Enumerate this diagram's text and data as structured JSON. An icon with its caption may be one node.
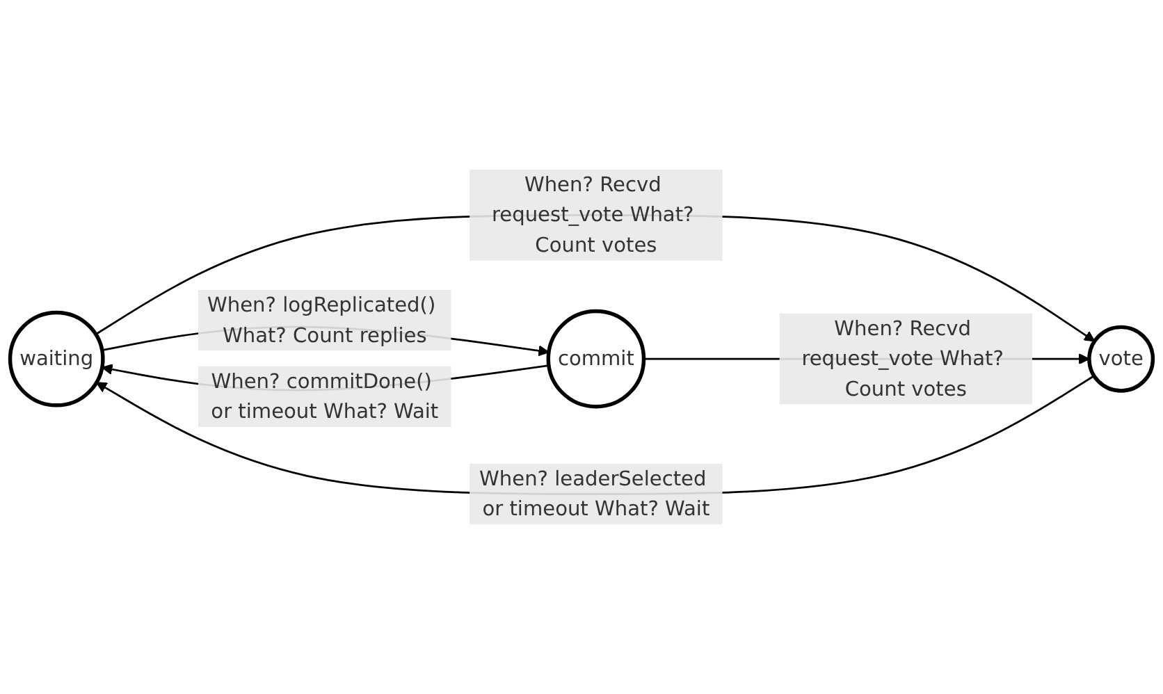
{
  "diagram": {
    "nodes": [
      {
        "text": [
          "waiting"
        ]
      },
      {
        "text": [
          "vote"
        ]
      },
      {
        "text": [
          "commit"
        ]
      }
    ],
    "edges": [
      {
        "from": 0,
        "to": 1,
        "arrow": "to",
        "label": "When? Recvd request_vote What? Count votes"
      },
      {
        "from": 1,
        "to": 0,
        "arrow": "to",
        "label": "When? leaderSelected or timeout What? Wait"
      },
      {
        "from": 0,
        "to": 2,
        "arrow": "to",
        "label": "When? logReplicated() What? Count replies"
      },
      {
        "from": 2,
        "to": 0,
        "arrow": "to",
        "label": "When? commitDone() or timeout What? Wait"
      },
      {
        "from": 2,
        "to": 1,
        "arrow": "to",
        "label": "When? Recvd request_vote What? Count votes"
      }
    ]
  }
}
